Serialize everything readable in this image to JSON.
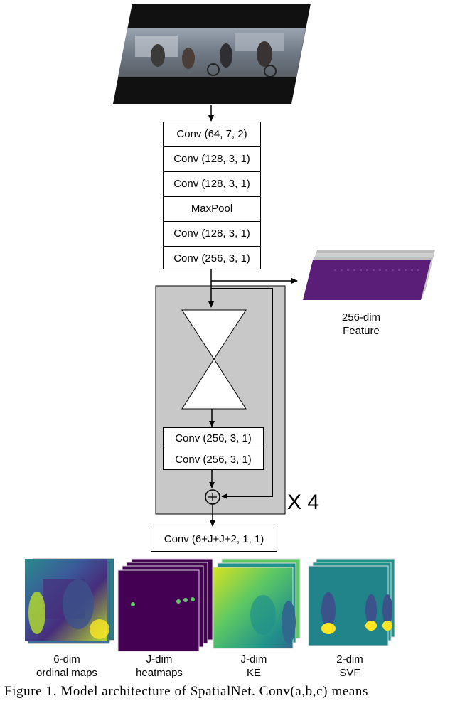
{
  "stem_blocks": [
    "Conv (64, 7, 2)",
    "Conv (128, 3, 1)",
    "Conv (128, 3, 1)",
    "MaxPool",
    "Conv (128, 3, 1)",
    "Conv (256, 3, 1)"
  ],
  "hourglass_blocks": [
    "Conv (256, 3, 1)",
    "Conv (256, 3, 1)"
  ],
  "repeat_label": "X 4",
  "final_block": "Conv (6+J+J+2, 1, 1)",
  "feature": {
    "line1": "256-dim",
    "line2": "Feature"
  },
  "outputs": [
    {
      "line1": "6-dim",
      "line2": "ordinal maps"
    },
    {
      "line1": "J-dim",
      "line2": "heatmaps"
    },
    {
      "line1": "J-dim",
      "line2": "KE"
    },
    {
      "line1": "2-dim",
      "line2": "SVF"
    }
  ],
  "caption": "Figure 1. Model architecture of SpatialNet.  Conv(a,b,c) means",
  "colors": {
    "gray_box": "#c8c8c8",
    "purple": "#5a1d78",
    "viridis_dark": "#440154",
    "viridis_yellow": "#fde725"
  }
}
